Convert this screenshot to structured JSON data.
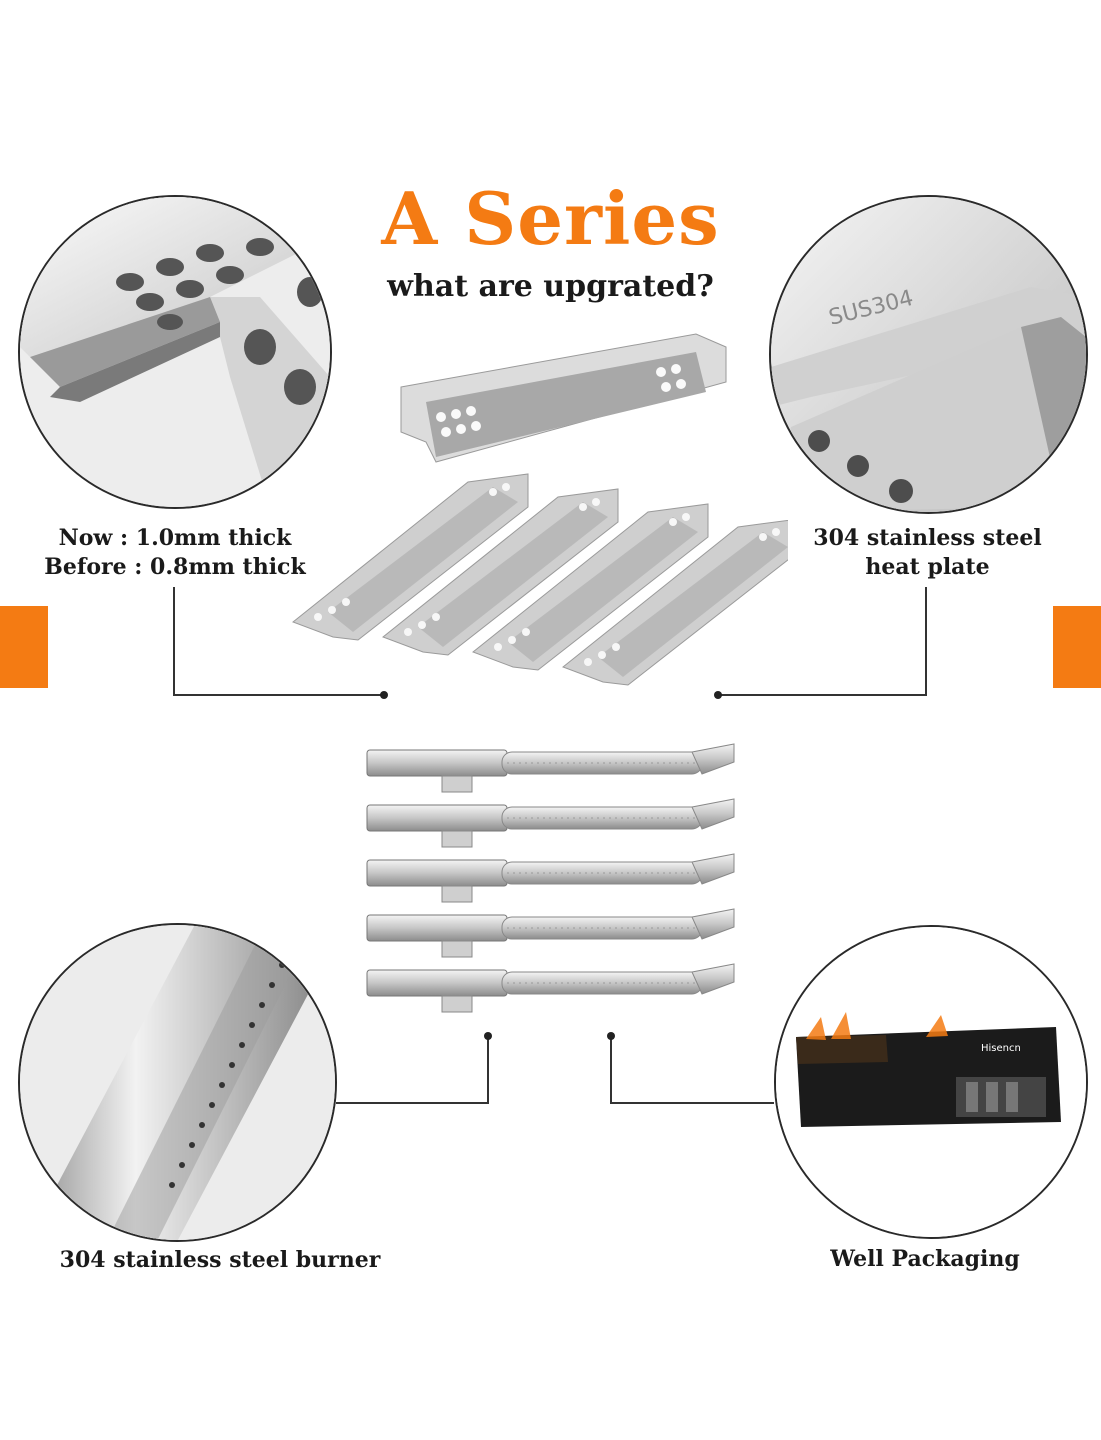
{
  "header": {
    "title": "A Series",
    "subtitle": "what are upgrated?"
  },
  "labels": {
    "thickness_now": "Now : 1.0mm thick",
    "thickness_before": "Before : 0.8mm thick",
    "heat_plate_line1": "304 stainless steel",
    "heat_plate_line2": "heat plate",
    "burner": "304 stainless steel burner",
    "packaging": "Well Packaging"
  },
  "imprints": {
    "plate_stamp": "SUS304",
    "brand": "Hisencn"
  },
  "colors": {
    "accent": "#F47B13",
    "text": "#1a1a1a",
    "steel_light": "#e6e6e6",
    "steel_dark": "#8a8a8a"
  },
  "icons": [
    "heat-plate-closeup",
    "stamped-plate-closeup",
    "burner-tube-closeup",
    "packaging-box"
  ]
}
